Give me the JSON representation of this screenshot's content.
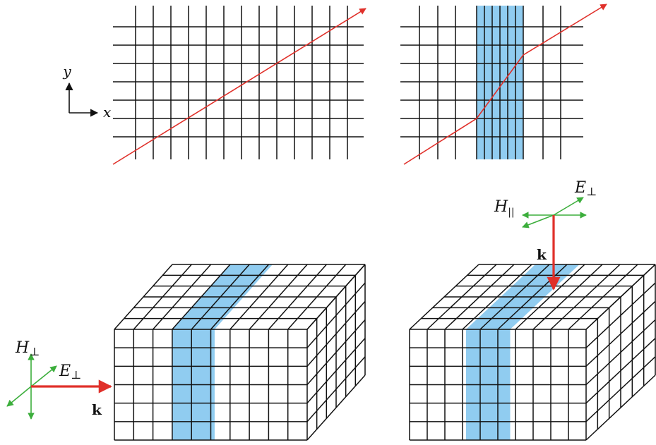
{
  "axes_labels": {
    "x": "x",
    "y": "y"
  },
  "colors": {
    "grid_line": "#111111",
    "ray": "#e0302a",
    "layer_fill": "#90ccf0",
    "field_vector": "#3cae3c",
    "wave_vector": "#e0302a"
  },
  "left_block": {
    "wave_vector_label": "k",
    "efield_label": "E",
    "efield_sub": "⊥",
    "hfield_label": "H",
    "hfield_sub": "⊥"
  },
  "right_block": {
    "wave_vector_label": "k",
    "efield_label": "E",
    "efield_sub": "⊥",
    "hfield_label": "H",
    "hfield_sub": "||"
  }
}
